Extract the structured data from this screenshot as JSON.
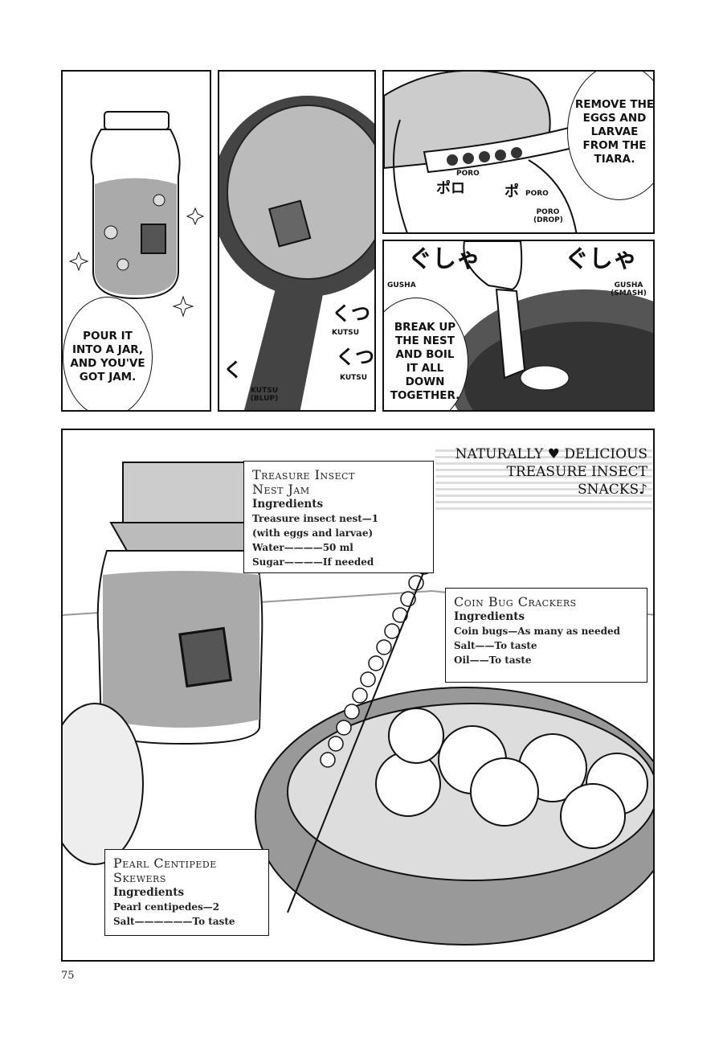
{
  "panel1": {
    "bubble": "POUR IT INTO A JAR, AND YOU'VE GOT JAM."
  },
  "panel2": {
    "sfx": [
      {
        "jp": "くつ",
        "en": "KUTSU"
      },
      {
        "jp": "く",
        "en": "KUTSU (BLUP)"
      },
      {
        "jp": "くつ",
        "en": "KUTSU"
      }
    ]
  },
  "panel3": {
    "bubble": "REMOVE THE EGGS AND LARVAE FROM THE TIARA.",
    "sfx": [
      {
        "jp": "ポロ",
        "en": "PORO"
      },
      {
        "jp": "ポ",
        "en": "PORO"
      },
      {
        "en": "PORO (DROP)"
      }
    ]
  },
  "panel4": {
    "bubble": "BREAK UP THE NEST AND BOIL IT ALL DOWN TOGETHER.",
    "sfx": [
      {
        "jp": "ぐしゃ",
        "en": "GUSHA"
      },
      {
        "jp": "ぐしゃ",
        "en": "GUSHA (SMASH)"
      }
    ]
  },
  "big_panel": {
    "banner": [
      "NATURALLY ♥ DELICIOUS",
      "TREASURE INSECT",
      "SNACKS♪"
    ],
    "recipes": [
      {
        "title": [
          "Treasure Insect",
          "Nest Jam"
        ],
        "heading": "Ingredients",
        "rows": [
          "Treasure insect nest—1",
          "(with eggs and larvae)",
          "Water————50 ml",
          "Sugar————If needed"
        ]
      },
      {
        "title": [
          "Coin Bug Crackers"
        ],
        "heading": "Ingredients",
        "rows": [
          "Coin bugs—As many as needed",
          "Salt——To taste",
          "Oil——To taste"
        ]
      },
      {
        "title": [
          "Pearl Centipede",
          "Skewers"
        ],
        "heading": "Ingredients",
        "rows": [
          "Pearl centipedes—2",
          "Salt——————To taste"
        ]
      }
    ]
  },
  "page_number": "75"
}
